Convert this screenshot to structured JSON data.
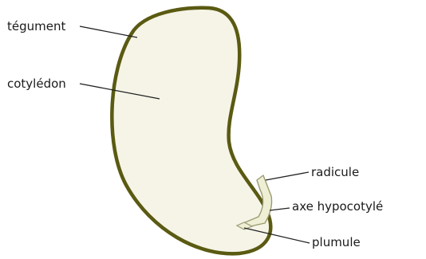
{
  "labels": {
    "tegument": "tégument",
    "cotyledon": "cotylédon",
    "radicule": "radicule",
    "axe_hypocotyle": "axe hypocotylé",
    "plumule": "plumule"
  },
  "colors": {
    "seed_outline": "#5a5a12",
    "seed_fill": "#f5f4e7",
    "embryo_fill": "#efefd6",
    "embryo_outline": "#9a9a72",
    "text": "#1a1a1a"
  }
}
